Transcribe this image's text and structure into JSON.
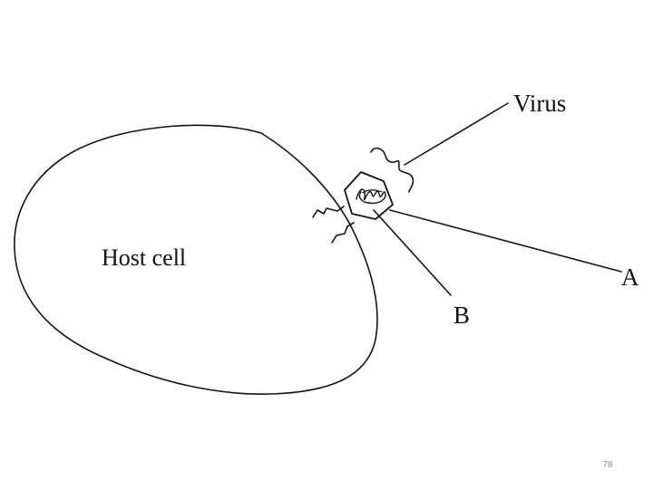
{
  "labels": {
    "host_cell": "Host cell",
    "virus": "Virus",
    "a": "A",
    "b": "B"
  },
  "page_number": "78",
  "colors": {
    "ink": "#141414",
    "background": "#ffffff",
    "page_number": "#8a8a8a"
  }
}
